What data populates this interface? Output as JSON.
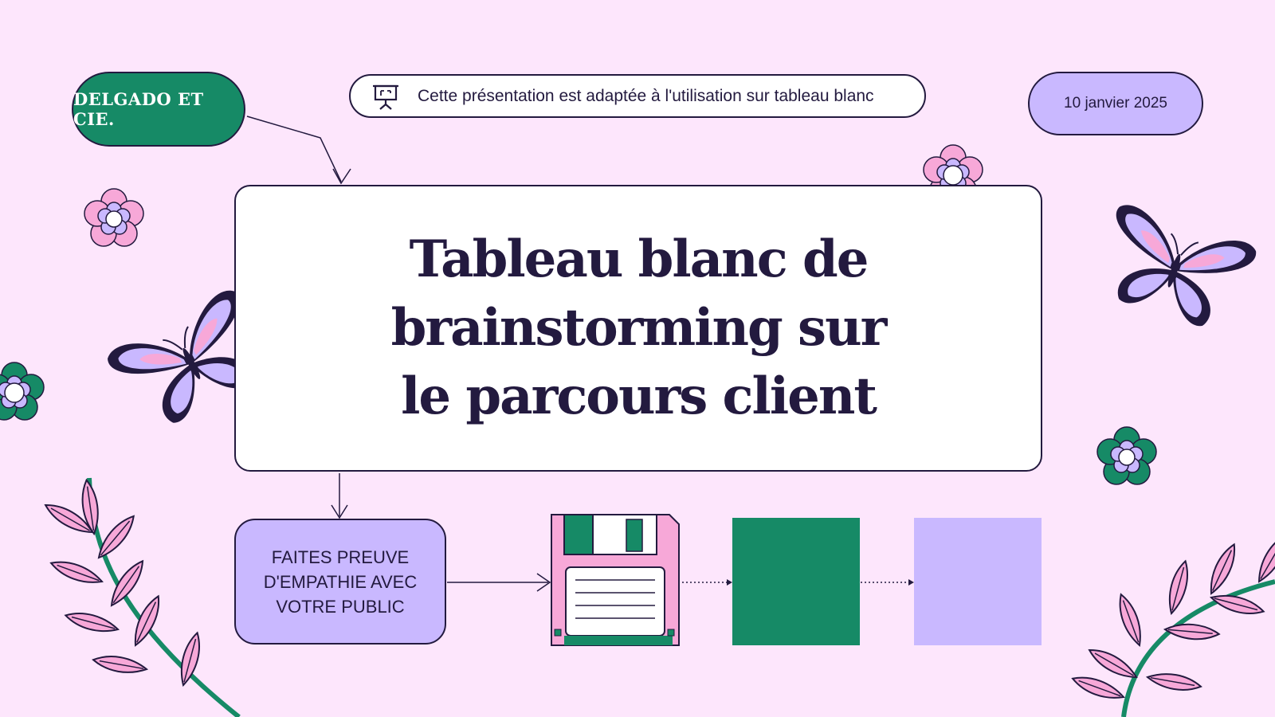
{
  "brand": {
    "name": "DELGADO ET CIE."
  },
  "notice": {
    "text": "Cette présentation est adaptée à l'utilisation sur tableau blanc",
    "icon": "presentation-board-icon"
  },
  "date": {
    "text": "10 janvier 2025"
  },
  "title": {
    "text": "Tableau blanc de brainstorming sur le parcours client"
  },
  "empathy_box": {
    "text": "FAITES PREUVE D'EMPATHIE AVEC VOTRE PUBLIC"
  },
  "colors": {
    "background": "#fde6fc",
    "ink": "#231a3f",
    "green": "#168a66",
    "lilac": "#c9b8ff",
    "pink": "#f7a8d8",
    "white": "#ffffff"
  },
  "decorations": [
    "butterfly-icon",
    "flower-icon",
    "leaf-branch-icon",
    "floppy-disk-icon"
  ]
}
